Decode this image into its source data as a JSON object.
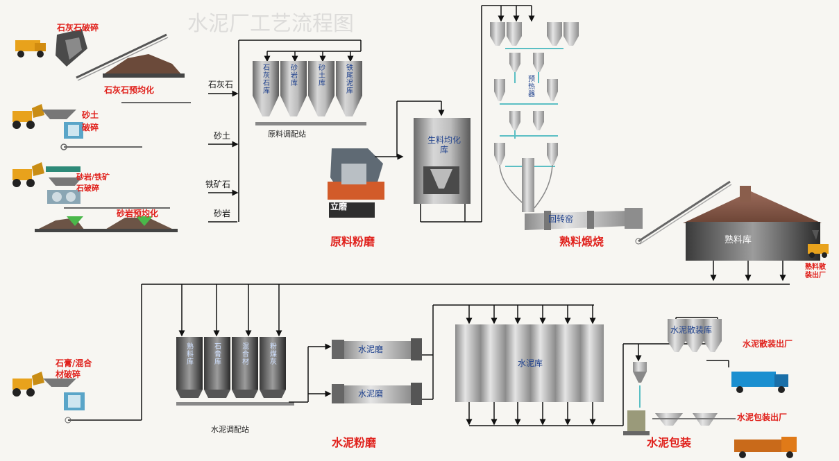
{
  "title_ghost": "水泥厂工艺流程图",
  "labels": {
    "limestone_crush": "石灰石破碎",
    "limestone_prehomo": "石灰石预均化",
    "sandy_soil": "砂土",
    "crush": "破碎",
    "sandstone_ore": "砂岩/铁矿",
    "stone_crush": "石破碎",
    "sandstone_prehomo": "砂岩预均化",
    "gypsum_line1": "石膏/混合",
    "gypsum_line2": "材破碎"
  },
  "raw_inputs": [
    "石灰石",
    "砂土",
    "铁矿石",
    "砂岩"
  ],
  "raw_silos": [
    "石灰石库",
    "砂岩库",
    "砂土库",
    "铁尾泥库"
  ],
  "raw_station": "原料调配站",
  "vertical_mill": "立磨",
  "raw_meal_silo": "生料均化库",
  "preheater": "预热器",
  "kiln": "回转窑",
  "clinker_silo": "熟料库",
  "clinker_bulk_out": "熟料散装出厂",
  "cement_silos_small": [
    "熟料库",
    "石膏库",
    "混合材",
    "粉煤灰"
  ],
  "cement_station": "水泥调配站",
  "cement_mills": [
    "水泥磨",
    "水泥磨"
  ],
  "cement_silo_bank": "水泥库",
  "bulk_silo": "水泥散装库",
  "bulk_out": "水泥散装出厂",
  "packing_out": "水泥包装出厂",
  "sections": {
    "raw_grinding": "原料粉磨",
    "clinker_calcination": "熟料煅烧",
    "cement_grinding": "水泥粉磨",
    "cement_packing": "水泥包装"
  }
}
